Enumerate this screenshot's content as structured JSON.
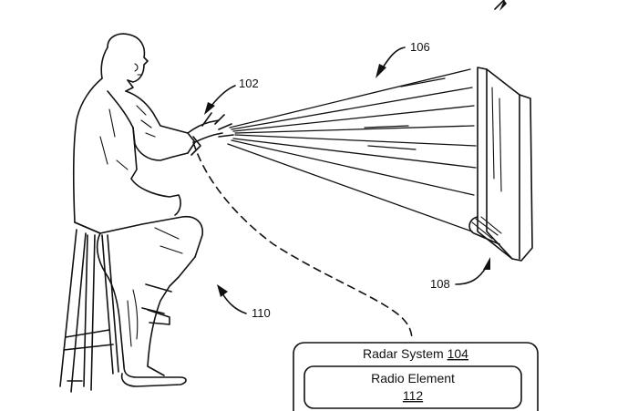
{
  "diagram": {
    "labels": {
      "user": "102",
      "radar_beam": "106",
      "display": "108",
      "wireless_link": "110"
    },
    "radar_system": {
      "title_prefix": "Radar System ",
      "title_number": "104",
      "radio_element": {
        "title": "Radio Element",
        "number": "112"
      }
    }
  }
}
